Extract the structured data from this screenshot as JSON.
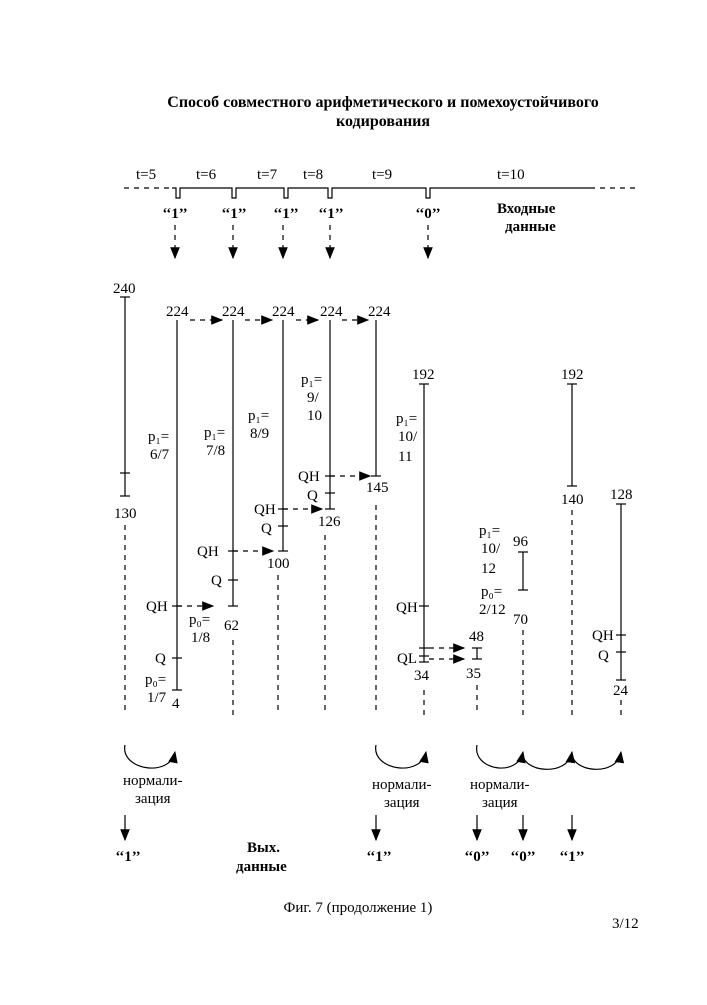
{
  "title": {
    "line1": "Способ совместного арифметического и помехоустойчивого",
    "line2": "кодирования"
  },
  "timeline": {
    "labels": [
      "t=5",
      "t=6",
      "t=7",
      "t=8",
      "t=9",
      "t=10"
    ]
  },
  "input": {
    "symbols": [
      "‘‘1’’",
      "‘‘1’’",
      "‘‘1’’",
      "‘‘1’’",
      "‘‘0’’"
    ],
    "label_line1": "Входные",
    "label_line2": "данные"
  },
  "values": {
    "v240": "240",
    "v130": "130",
    "v224a": "224",
    "v224b": "224",
    "v224c": "224",
    "v224d": "224",
    "v224e": "224",
    "v4": "4",
    "v62": "62",
    "v100": "100",
    "v126": "126",
    "v145": "145",
    "v192a": "192",
    "v34": "34",
    "v48": "48",
    "v35": "35",
    "v96": "96",
    "v70": "70",
    "v192b": "192",
    "v140": "140",
    "v128": "128",
    "v24": "24"
  },
  "markers": {
    "QH": "QH",
    "Q": "Q",
    "QL": "QL"
  },
  "probs": {
    "a1": "p₁=",
    "a2": "6/7",
    "b1": "p₁=",
    "b2": "7/8",
    "c1": "p₁=",
    "c2": "8/9",
    "d1": "p₁=",
    "d2": "9/",
    "d3": "10",
    "e1": "p₁=",
    "e2": "10/",
    "e3": "11",
    "f1": "p₁=",
    "f2": "10/",
    "f3": "12",
    "g1": "p₀=",
    "g2": "1/8",
    "h1": "p₀=",
    "h2": "1/7",
    "i1": "p₀=",
    "i2": "2/12"
  },
  "normalization": {
    "line1": "нормали-",
    "line2": "зация"
  },
  "output": {
    "symbols": [
      "‘‘1’’",
      "‘‘1’’",
      "‘‘0’’",
      "‘‘0’’",
      "‘‘1’’"
    ],
    "label_line1": "Вых.",
    "label_line2": "данные"
  },
  "caption": "Фиг. 7 (продолжение 1)",
  "page_number": "3/12"
}
